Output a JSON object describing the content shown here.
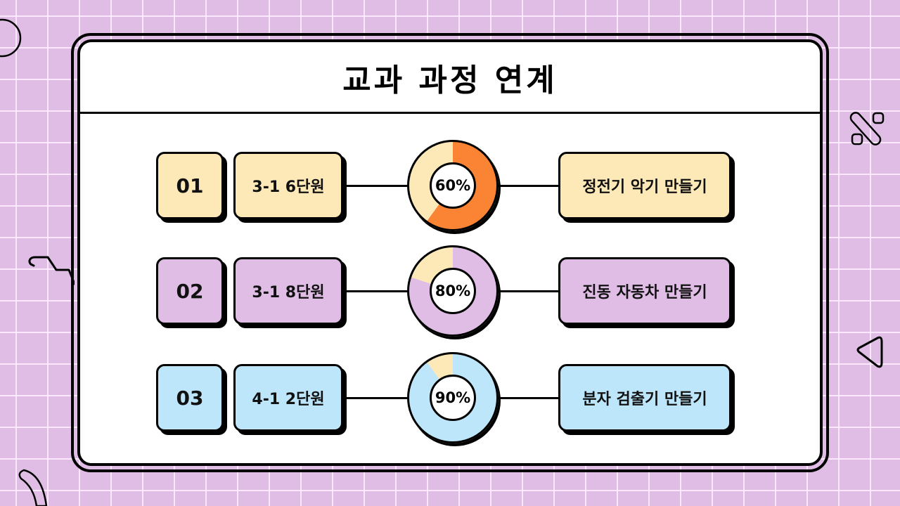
{
  "slide": {
    "title": "교과 과정 연계",
    "background_color": "#e0bde5",
    "rows": [
      {
        "number": "01",
        "unit": "3-1 6단원",
        "percent_label": "60%",
        "percent": 60,
        "activity": "정전기 악기 만들기",
        "box_color": "#fde8b8",
        "fill_color": "#fb8434",
        "rest_color": "#fde8b8"
      },
      {
        "number": "02",
        "unit": "3-1 8단원",
        "percent_label": "80%",
        "percent": 80,
        "activity": "진동 자동차 만들기",
        "box_color": "#dfbde5",
        "fill_color": "#dfbde5",
        "rest_color": "#fde8b8"
      },
      {
        "number": "03",
        "unit": "4-1 2단원",
        "percent_label": "90%",
        "percent": 90,
        "activity": "분자 검출기 만들기",
        "box_color": "#bde6fa",
        "fill_color": "#bde6fa",
        "rest_color": "#fde8b8"
      }
    ]
  }
}
